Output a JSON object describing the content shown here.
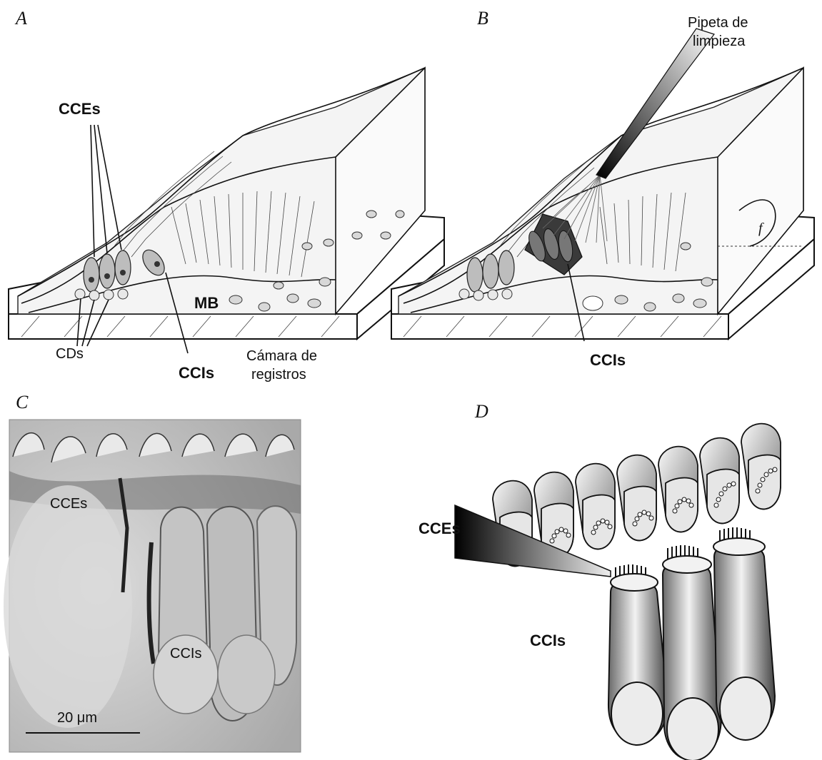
{
  "panels": {
    "a": {
      "label": "A"
    },
    "b": {
      "label": "B"
    },
    "c": {
      "label": "C"
    },
    "d": {
      "label": "D"
    }
  },
  "panel_a": {
    "cces": "CCEs",
    "mb": "MB",
    "cds": "CDs",
    "ccis": "CCIs",
    "camara_line1": "Cámara de",
    "camara_line2": "registros"
  },
  "panel_b": {
    "pipeta_line1": "Pipeta de",
    "pipeta_line2": "limpieza",
    "f": "f",
    "ccis": "CCIs"
  },
  "panel_c": {
    "cces": "CCEs",
    "ccis": "CCIs",
    "scale": "20 μm"
  },
  "panel_d": {
    "cces": "CCEs",
    "ccis": "CCIs"
  },
  "colors": {
    "ink": "#111111",
    "micrograph_bg": "#c9c9c9",
    "cell_fill": "#bdbdbd"
  }
}
